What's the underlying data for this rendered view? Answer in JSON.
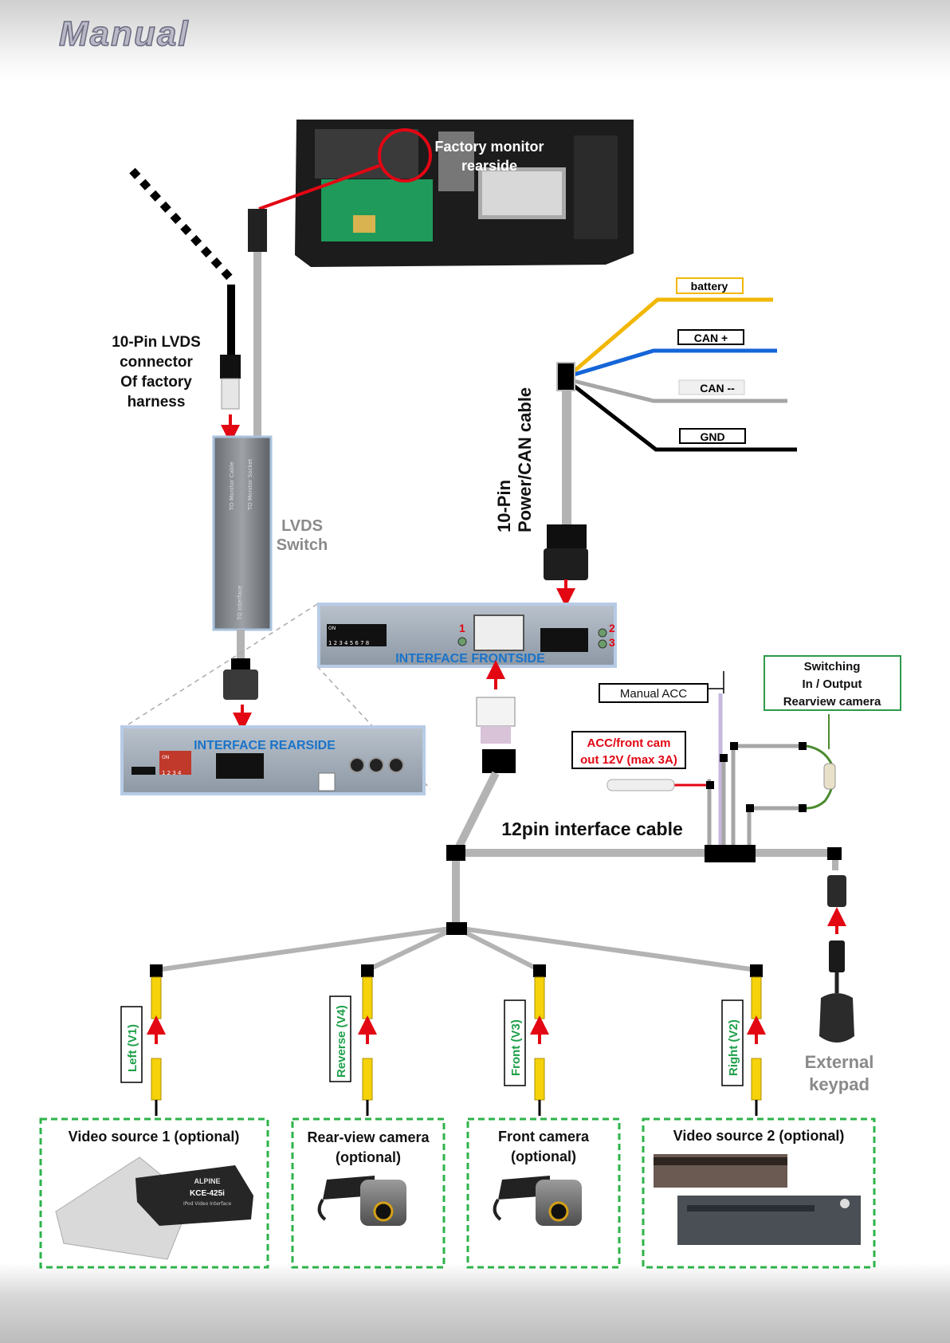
{
  "header": {
    "title": "Manual"
  },
  "monitor": {
    "label_line1": "Factory monitor",
    "label_line2": "rearside"
  },
  "lvds_connector": {
    "line1": "10-Pin LVDS",
    "line2": "connector",
    "line3": "Of factory",
    "line4": "harness"
  },
  "lvds_switch": {
    "line1": "LVDS",
    "line2": "Switch",
    "port1": "TO Monitor Cable",
    "port2": "TO Monitor Socket",
    "port3": "TO Interface"
  },
  "power_cable": {
    "line1": "10-Pin",
    "line2": "Power/CAN cable"
  },
  "wires": [
    {
      "label": "battery",
      "color": "#f2b705"
    },
    {
      "label": "CAN +",
      "color": "#1565d8"
    },
    {
      "label": "CAN --",
      "color": "#a6a6a6"
    },
    {
      "label": "GND",
      "color": "#000000"
    }
  ],
  "interface_front": {
    "label": "INTERFACE FRONTSIDE",
    "led1": "1",
    "led2": "2",
    "led3": "3",
    "dip_numbers": "1 2 3 4 5 6 7 8",
    "dip_on": "ON"
  },
  "interface_rear": {
    "label": "INTERFACE REARSIDE",
    "dip_numbers": "1 2 3 4",
    "dip_on": "ON"
  },
  "manual_acc": {
    "label": "Manual ACC"
  },
  "switching": {
    "line1": "Switching",
    "line2": "In / Output",
    "line3": "Rearview camera"
  },
  "acc_front": {
    "line1": "ACC/front cam",
    "line2": "out  12V (max 3A)"
  },
  "interface_cable": {
    "label": "12pin interface cable"
  },
  "rca_inputs": [
    {
      "label": "Left (V1)"
    },
    {
      "label": "Reverse (V4)"
    },
    {
      "label": "Front  (V3)"
    },
    {
      "label": "Right  (V2)"
    }
  ],
  "keypad": {
    "line1": "External",
    "line2": "keypad"
  },
  "sources": [
    {
      "line1": "Video source 1 (optional)",
      "line2": ""
    },
    {
      "line1": "Rear-view camera",
      "line2": "(optional)"
    },
    {
      "line1": "Front camera",
      "line2": "(optional)"
    },
    {
      "line1": "Video source 2 (optional)",
      "line2": ""
    }
  ],
  "device_labels": {
    "kce": "KCE-425i",
    "brand": "ALPINE",
    "kce_sub": "iPod Video Interface"
  },
  "colors": {
    "arrow": "#e30613",
    "label_blue": "#1a73c9",
    "source_border": "#2db34a",
    "rca_yellow": "#f5d20a",
    "cable_grey": "#b3b3b3",
    "warning_red": "#e30613"
  }
}
